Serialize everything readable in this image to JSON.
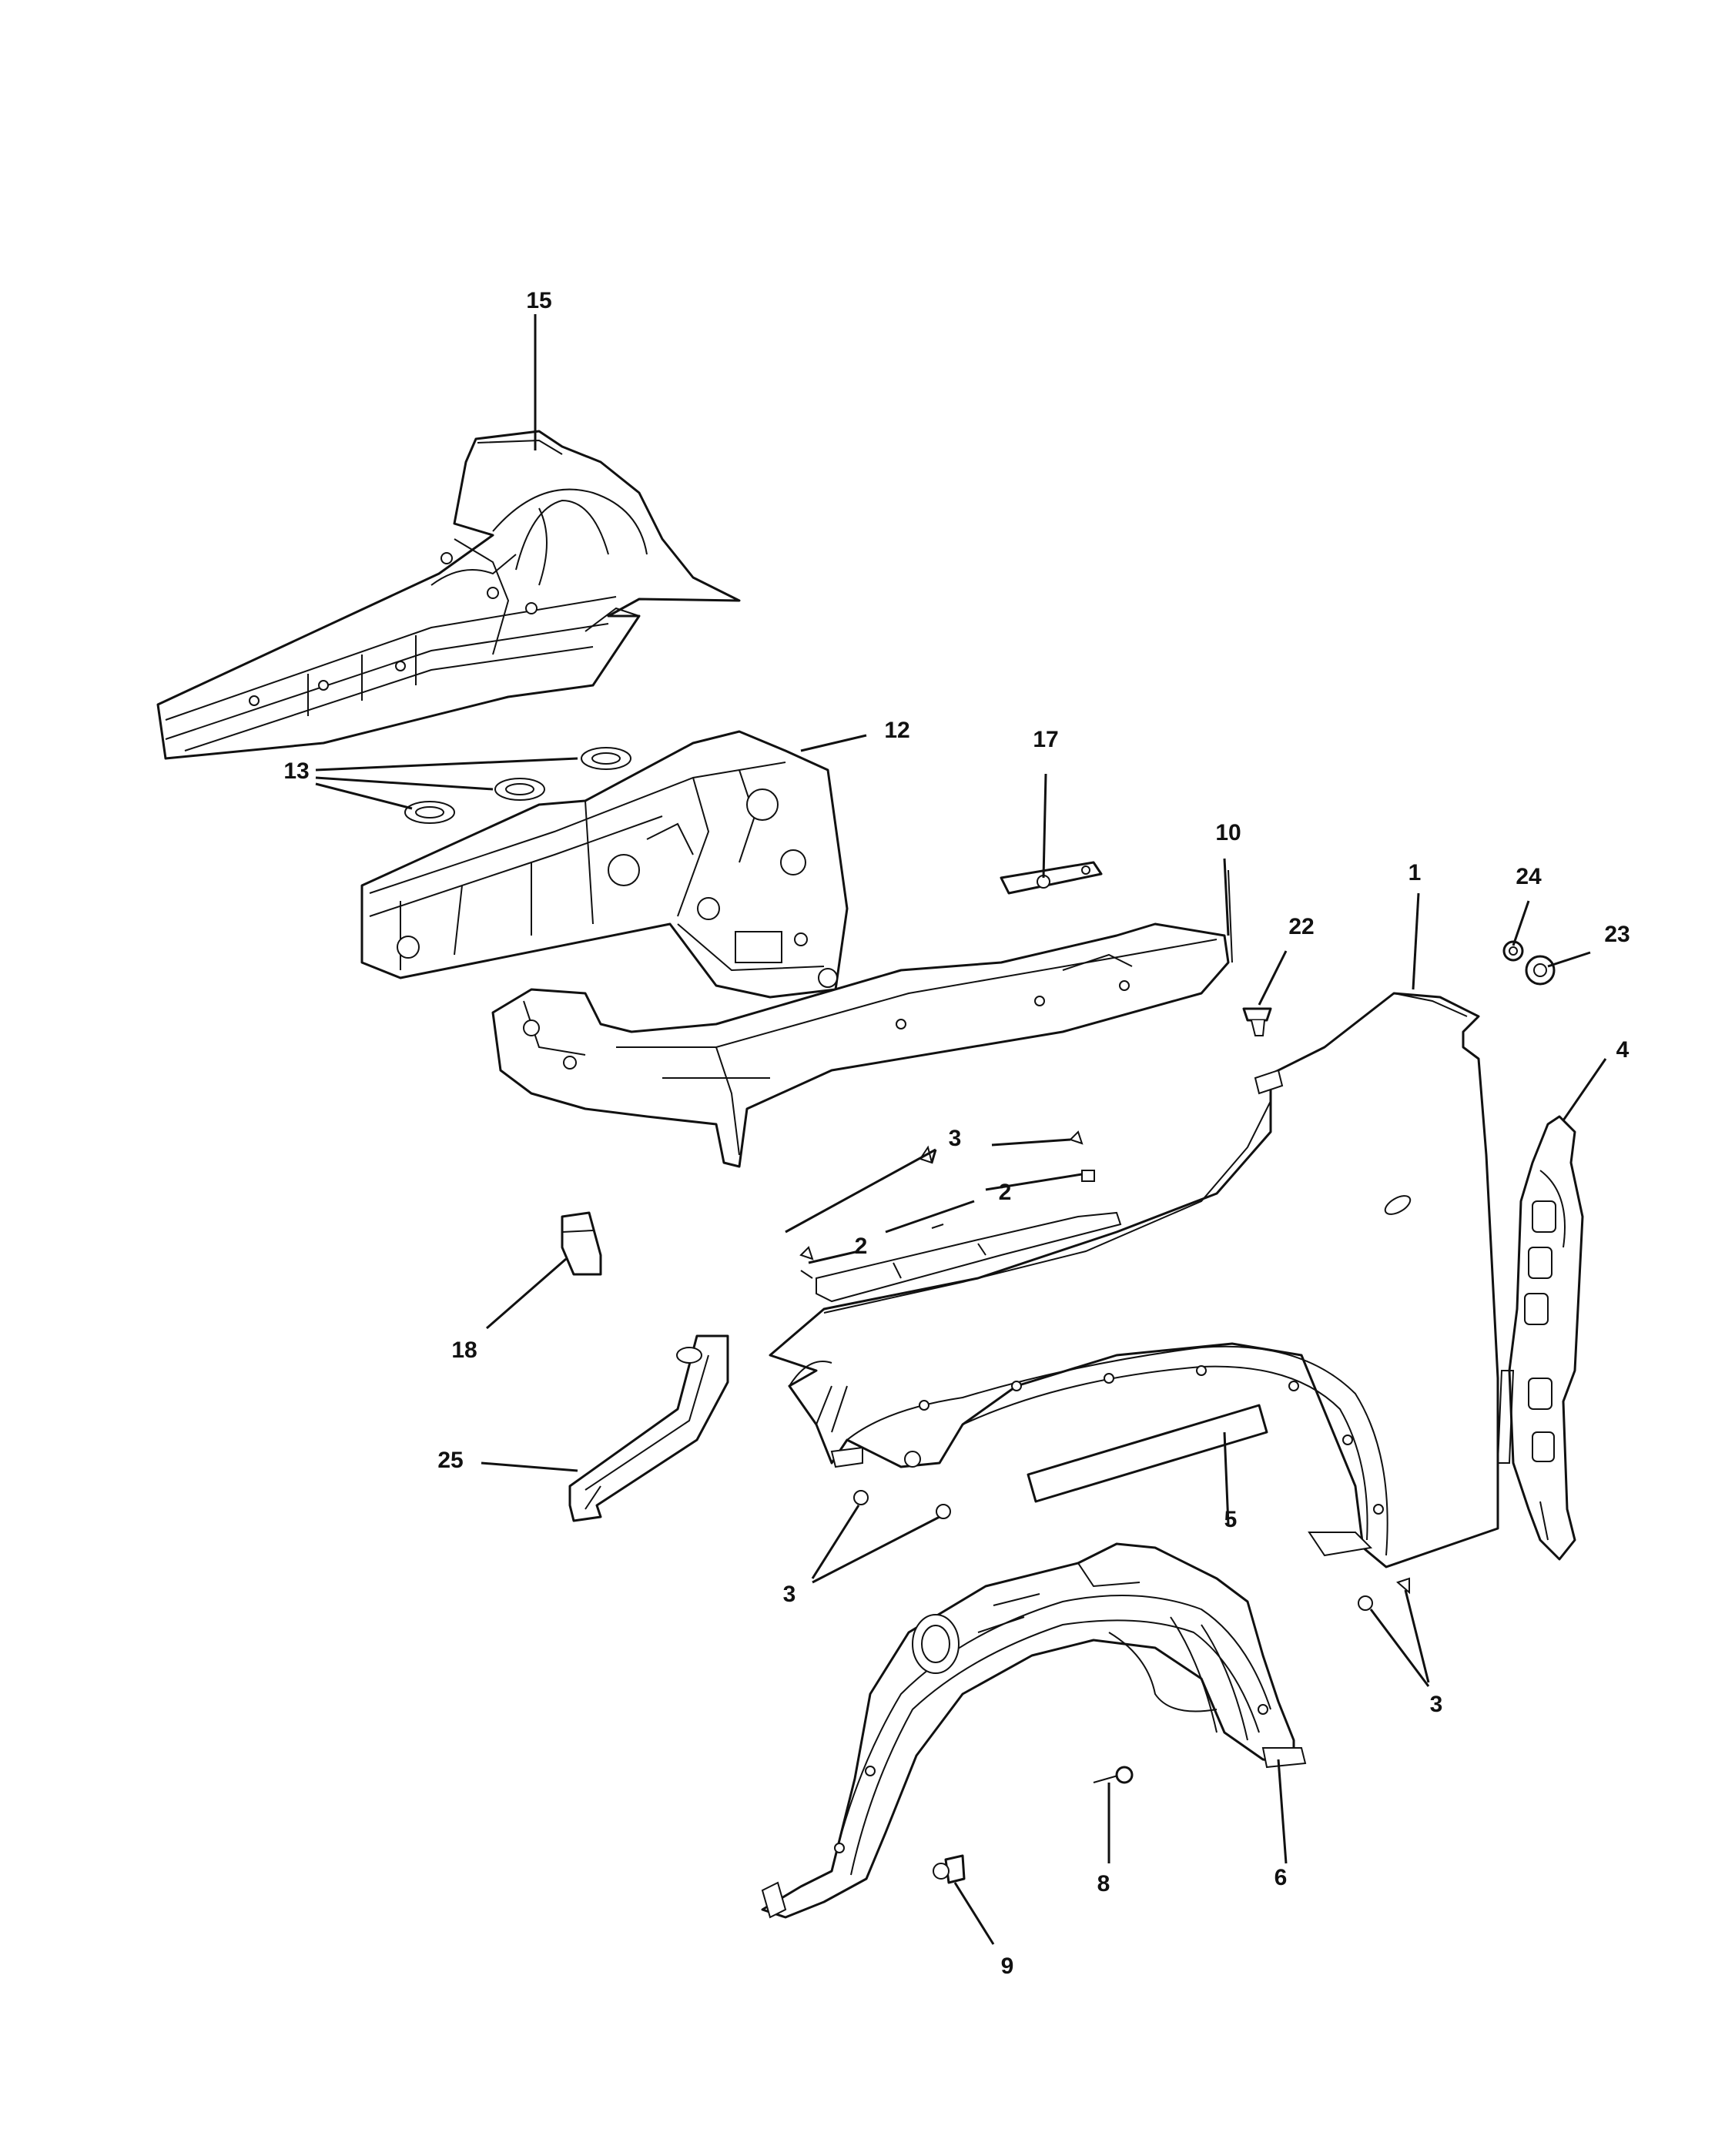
{
  "callouts": {
    "c1": "1",
    "c2a": "2",
    "c2b": "2",
    "c3a": "3",
    "c3b": "3",
    "c3c": "3",
    "c4": "4",
    "c5": "5",
    "c6": "6",
    "c8": "8",
    "c9": "9",
    "c10": "10",
    "c12": "12",
    "c13": "13",
    "c15": "15",
    "c17": "17",
    "c18": "18",
    "c22": "22",
    "c23": "23",
    "c24": "24",
    "c25": "25"
  }
}
